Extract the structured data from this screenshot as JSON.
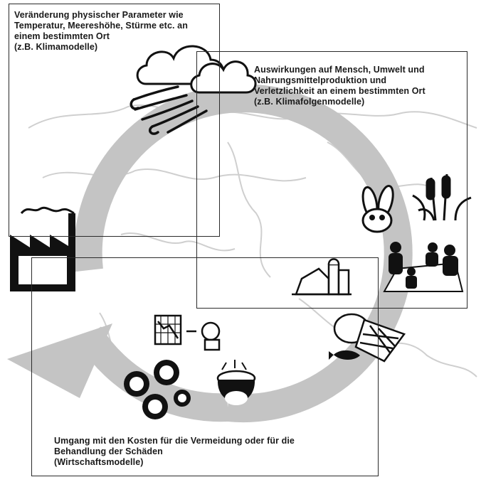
{
  "boxes": {
    "physical": {
      "lines": [
        "Veränderung physischer Parameter wie",
        "Temperatur, Meereshöhe, Stürme etc. an",
        "einem bestimmten Ort",
        "(z.B. Klimamodelle)"
      ]
    },
    "impacts": {
      "lines": [
        "Auswirkungen auf Mensch, Umwelt und",
        "Nahrungsmittelproduktion und",
        "Verletzlichkeit an einem bestimmten Ort",
        "(z.B. Klimafolgenmodelle)"
      ]
    },
    "costs": {
      "lines": [
        "Umgang mit den Kosten für die Vermeidung oder für die",
        "Behandlung der Schäden",
        "(Wirtschaftsmodelle)"
      ]
    }
  },
  "icons": [
    "factory-icon",
    "cloud-icon",
    "wind-icon",
    "rabbit-icon",
    "cattail-icon",
    "family-picnic-icon",
    "farm-barn-icon",
    "fishing-net-icon",
    "fish-icon",
    "money-pot-icon",
    "currency-gears-icon",
    "chart-analyst-icon",
    "world-map-background"
  ],
  "colors": {
    "cycle_arrow": "#c4c4c4",
    "ink": "#111111",
    "map": "#d6d6d6"
  }
}
